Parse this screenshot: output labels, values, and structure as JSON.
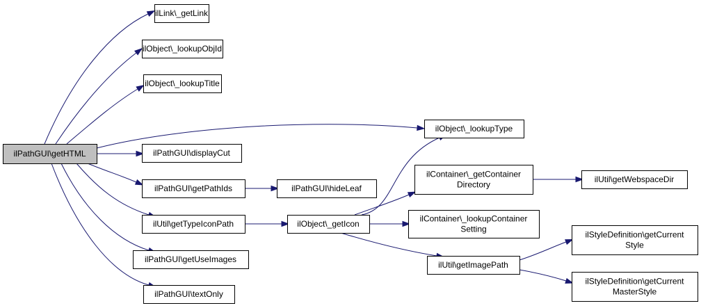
{
  "nodes": [
    {
      "id": "root",
      "lines": [
        "ilPathGUI\\getHTML"
      ],
      "root": true
    },
    {
      "id": "getLink",
      "lines": [
        "ilLink\\_getLink"
      ]
    },
    {
      "id": "lookupObjId",
      "lines": [
        "ilObject\\_lookupObjId"
      ]
    },
    {
      "id": "lookupTitle",
      "lines": [
        "ilObject\\_lookupTitle"
      ]
    },
    {
      "id": "lookupType",
      "lines": [
        "ilObject\\_lookupType"
      ]
    },
    {
      "id": "displayCut",
      "lines": [
        "ilPathGUI\\displayCut"
      ]
    },
    {
      "id": "getPathIds",
      "lines": [
        "ilPathGUI\\getPathIds"
      ]
    },
    {
      "id": "hideLeaf",
      "lines": [
        "ilPathGUI\\hideLeaf"
      ]
    },
    {
      "id": "getTypeIconPath",
      "lines": [
        "ilUtil\\getTypeIconPath"
      ]
    },
    {
      "id": "getIcon",
      "lines": [
        "ilObject\\_getIcon"
      ]
    },
    {
      "id": "getContainerDirectory",
      "lines": [
        "ilContainer\\_getContainer",
        "Directory"
      ]
    },
    {
      "id": "getWebspaceDir",
      "lines": [
        "ilUtil\\getWebspaceDir"
      ]
    },
    {
      "id": "lookupContainerSetting",
      "lines": [
        "ilContainer\\_lookupContainer",
        "Setting"
      ]
    },
    {
      "id": "getImagePath",
      "lines": [
        "ilUtil\\getImagePath"
      ]
    },
    {
      "id": "getCurrentStyle",
      "lines": [
        "ilStyleDefinition\\getCurrent",
        "Style"
      ]
    },
    {
      "id": "getCurrentMasterStyle",
      "lines": [
        "ilStyleDefinition\\getCurrent",
        "MasterStyle"
      ]
    },
    {
      "id": "getUseImages",
      "lines": [
        "ilPathGUI\\getUseImages"
      ]
    },
    {
      "id": "textOnly",
      "lines": [
        "ilPathGUI\\textOnly"
      ]
    }
  ],
  "edges": [
    {
      "from": "root",
      "to": "getLink"
    },
    {
      "from": "root",
      "to": "lookupObjId"
    },
    {
      "from": "root",
      "to": "lookupTitle"
    },
    {
      "from": "root",
      "to": "lookupType"
    },
    {
      "from": "root",
      "to": "displayCut"
    },
    {
      "from": "root",
      "to": "getPathIds"
    },
    {
      "from": "root",
      "to": "getTypeIconPath"
    },
    {
      "from": "root",
      "to": "getUseImages"
    },
    {
      "from": "root",
      "to": "textOnly"
    },
    {
      "from": "getPathIds",
      "to": "hideLeaf"
    },
    {
      "from": "getTypeIconPath",
      "to": "getIcon"
    },
    {
      "from": "getIcon",
      "to": "lookupType"
    },
    {
      "from": "getIcon",
      "to": "getContainerDirectory"
    },
    {
      "from": "getIcon",
      "to": "lookupContainerSetting"
    },
    {
      "from": "getIcon",
      "to": "getImagePath"
    },
    {
      "from": "getContainerDirectory",
      "to": "getWebspaceDir"
    },
    {
      "from": "getImagePath",
      "to": "getCurrentStyle"
    },
    {
      "from": "getImagePath",
      "to": "getCurrentMasterStyle"
    }
  ],
  "colors": {
    "edge": "#191970",
    "node_border": "#000000",
    "node_fill": "#ffffff",
    "root_fill": "#bfbfbf"
  }
}
